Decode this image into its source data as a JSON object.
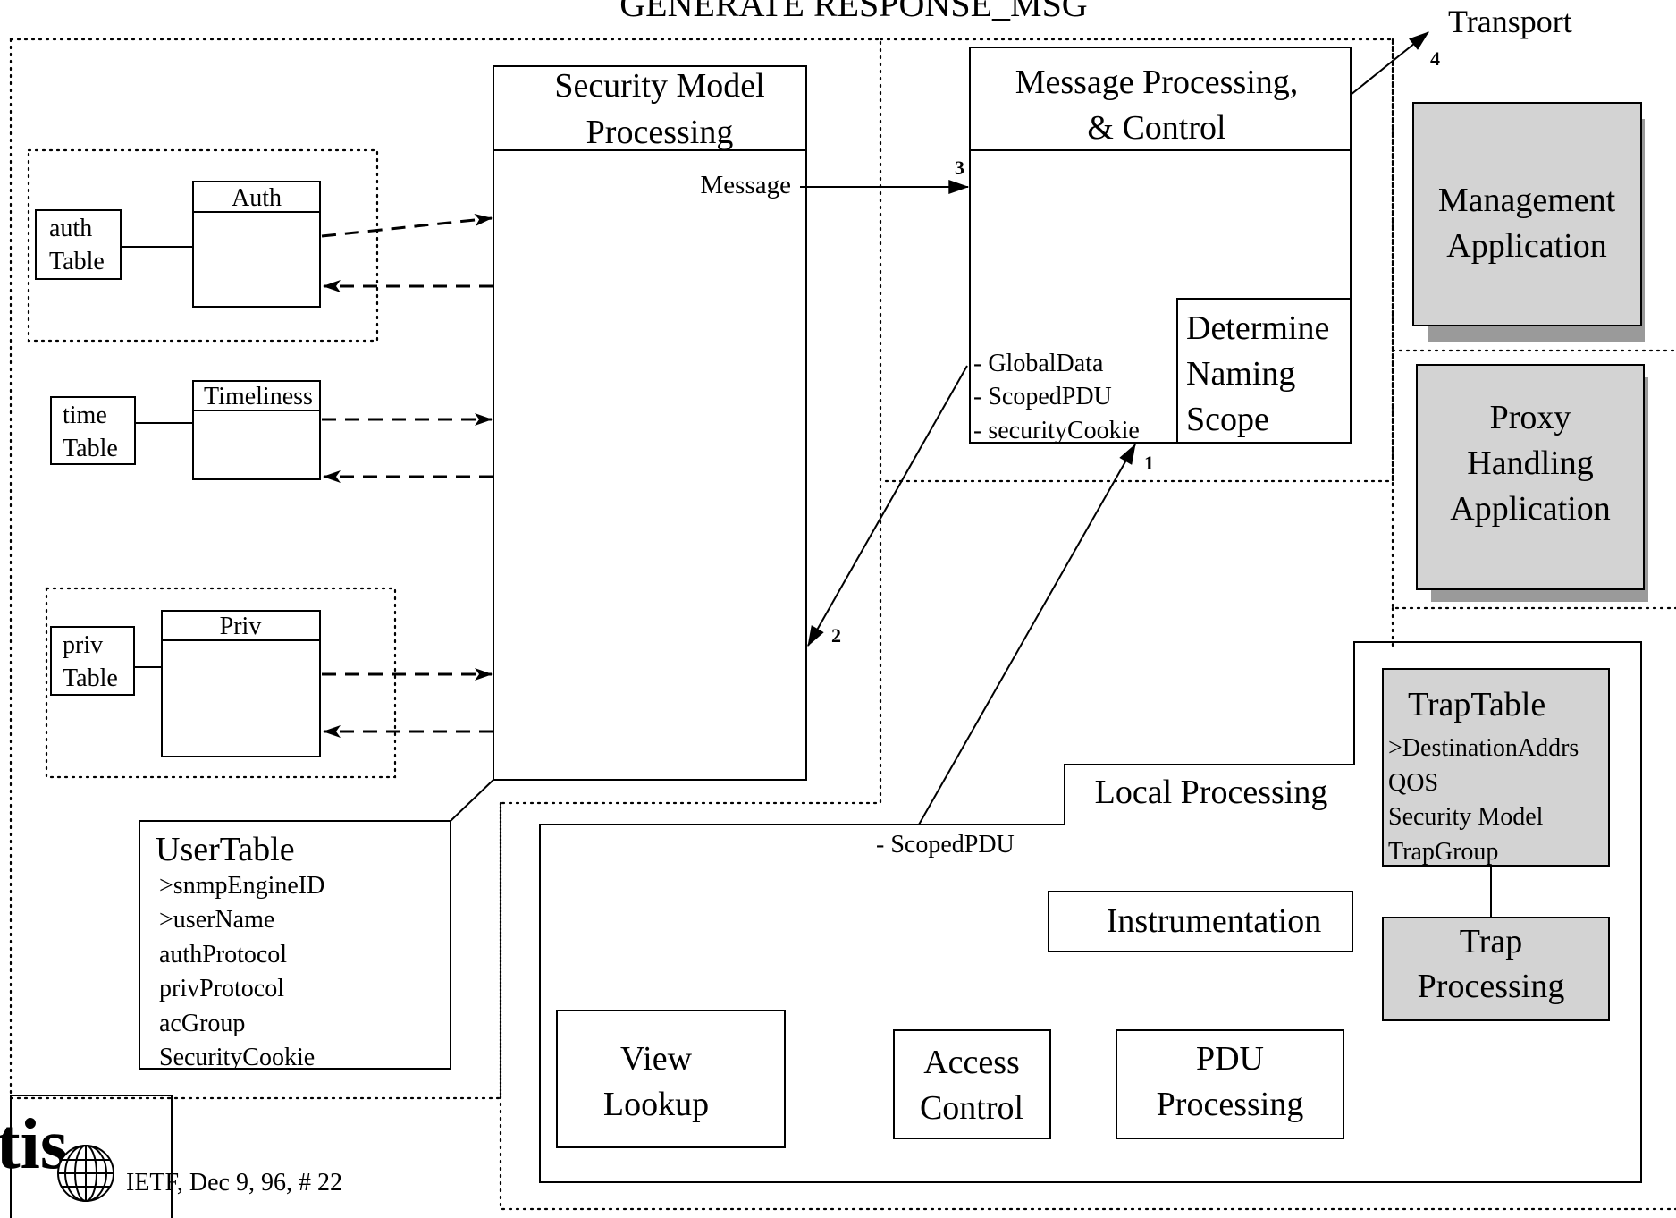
{
  "title": "GENERATE RESPONSE_MSG",
  "transport_label": "Transport",
  "security_model": {
    "line1": "Security Model",
    "line2": "Processing"
  },
  "message_label": "Message",
  "auth": {
    "table_line1": "auth",
    "table_line2": "Table",
    "module": "Auth"
  },
  "time": {
    "table_line1": "time",
    "table_line2": "Table",
    "module": "Timeliness"
  },
  "priv": {
    "table_line1": "priv",
    "table_line2": "Table",
    "module": "Priv"
  },
  "mpc": {
    "line1": "Message Processing,",
    "line2": "& Control",
    "params": [
      "- GlobalData",
      "- ScopedPDU",
      "- securityCookie"
    ]
  },
  "naming_scope": {
    "line1": "Determine",
    "line2": "Naming",
    "line3": "Scope"
  },
  "mgmt_app": {
    "line1": "Management",
    "line2": "Application"
  },
  "proxy_app": {
    "line1": "Proxy",
    "line2": "Handling",
    "line3": "Application"
  },
  "step_numbers": [
    "1",
    "2",
    "3",
    "4"
  ],
  "user_table": {
    "title": "UserTable",
    "fields": [
      ">snmpEngineID",
      ">userName",
      "authProtocol",
      "privProtocol",
      "acGroup",
      "SecurityCookie"
    ]
  },
  "local_processing": "Local Processing",
  "scoped_pdu_label": "- ScopedPDU",
  "trap_table": {
    "title": "TrapTable",
    "fields": [
      ">DestinationAddrs",
      "QOS",
      "Security Model",
      "TrapGroup"
    ]
  },
  "trap_processing": {
    "line1": "Trap",
    "line2": "Processing"
  },
  "instrumentation": "Instrumentation",
  "view_lookup": {
    "line1": "View",
    "line2": "Lookup"
  },
  "access_control": {
    "line1": "Access",
    "line2": "Control"
  },
  "pdu_processing": {
    "line1": "PDU",
    "line2": "Processing"
  },
  "logo_text": "tis",
  "footer": "IETF, Dec 9, 96,  # 22",
  "icons": [
    "globe-icon"
  ]
}
